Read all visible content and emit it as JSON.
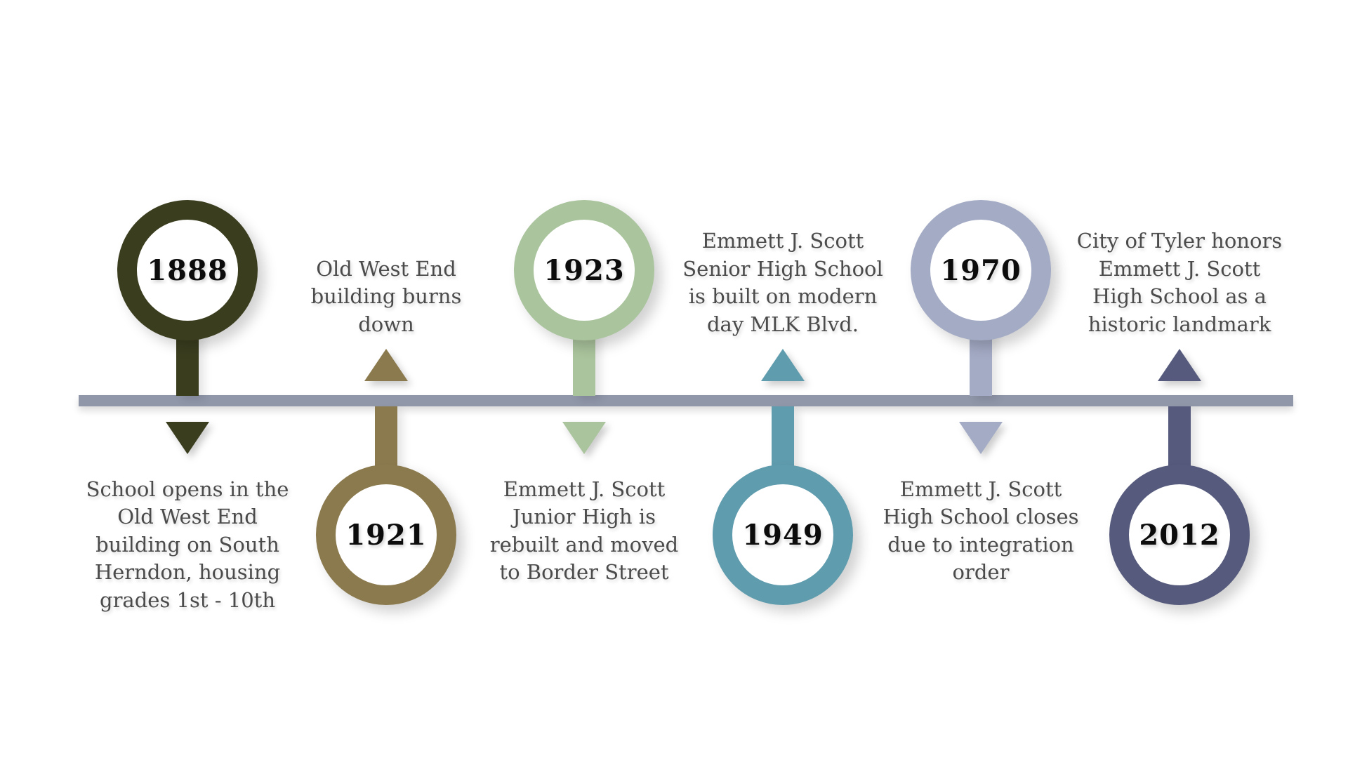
{
  "timeline": {
    "axis_color": "#9097a9",
    "text_color": "#4b4b4b",
    "events": [
      {
        "year": "1888",
        "side": "above",
        "color": "#3b3d1f",
        "description": "School opens in the\nOld West End\nbuilding on South\nHerndon, housing\ngrades 1st - 10th"
      },
      {
        "year": "1921",
        "side": "below",
        "color": "#8b7a4e",
        "description": "Old West End\nbuilding burns\ndown"
      },
      {
        "year": "1923",
        "side": "above",
        "color": "#aac49d",
        "description": "Emmett J. Scott\nJunior High is\nrebuilt and moved\nto Border Street"
      },
      {
        "year": "1949",
        "side": "below",
        "color": "#5f9cae",
        "description": "Emmett J. Scott\nSenior High School\nis built on modern\nday MLK Blvd."
      },
      {
        "year": "1970",
        "side": "above",
        "color": "#a4abc5",
        "description": "Emmett J. Scott\nHigh School closes\ndue to integration\norder"
      },
      {
        "year": "2012",
        "side": "below",
        "color": "#565a7c",
        "description": "City of Tyler honors\nEmmett J. Scott\nHigh School as a\nhistoric landmark"
      }
    ]
  }
}
